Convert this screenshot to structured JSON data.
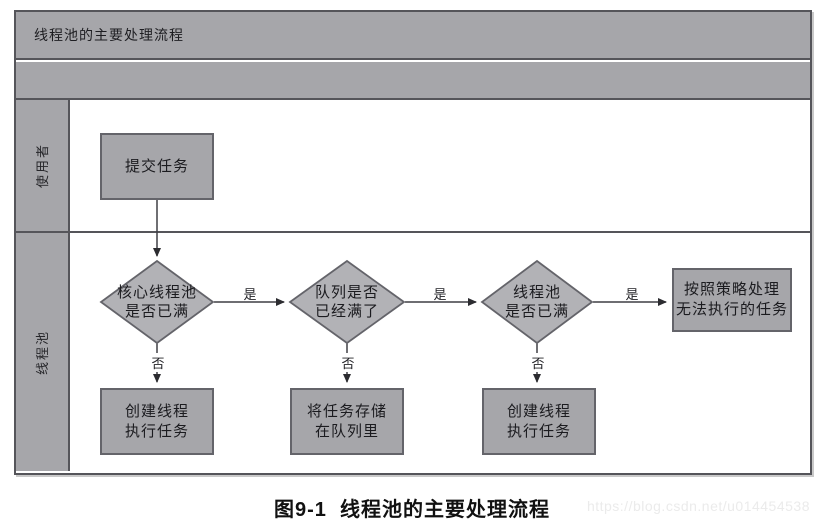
{
  "diagram": {
    "title": "线程池的主要处理流程",
    "lanes": [
      {
        "label": "使用者"
      },
      {
        "label": "线程池"
      }
    ],
    "nodes": {
      "submit_task": "提交任务",
      "check_core_pool": "核心线程池\n是否已满",
      "check_queue": "队列是否\n已经满了",
      "check_pool": "线程池\n是否已满",
      "handle_policy": "按照策略处理\n无法执行的任务",
      "create_thread_1": "创建线程\n执行任务",
      "store_in_queue": "将任务存储\n在队列里",
      "create_thread_2": "创建线程\n执行任务"
    },
    "edges": {
      "yes": "是",
      "no": "否"
    },
    "colors": {
      "band_gray": "#a6a6aa",
      "node_fill": "#a6a6aa",
      "diamond_fill": "#b2b2b6",
      "border_dark": "#55555a",
      "connector": "#3f3f44",
      "watermark_gray": "#ebebeb"
    }
  },
  "caption": "图9-1  线程池的主要处理流程",
  "watermark": "https://blog.csdn.net/u014454538"
}
